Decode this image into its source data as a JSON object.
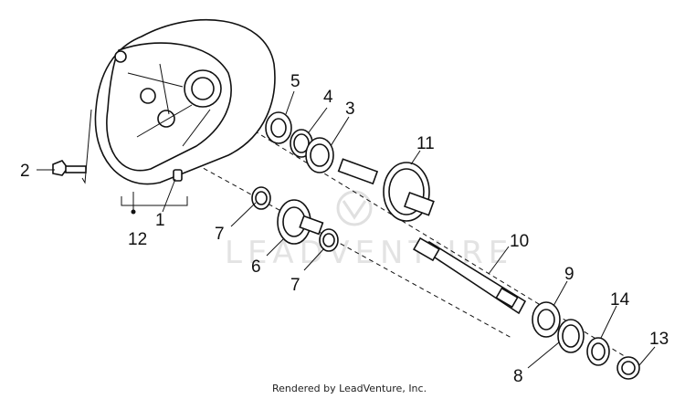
{
  "callouts": {
    "c1": "1",
    "c2": "2",
    "c3": "3",
    "c4": "4",
    "c5": "5",
    "c6": "6",
    "c7a": "7",
    "c7b": "7",
    "c8": "8",
    "c9": "9",
    "c10": "10",
    "c11": "11",
    "c12": "12",
    "c13": "13",
    "c14": "14"
  },
  "watermark": "LEADVENTURE",
  "footer": "Rendered by LeadVenture, Inc."
}
